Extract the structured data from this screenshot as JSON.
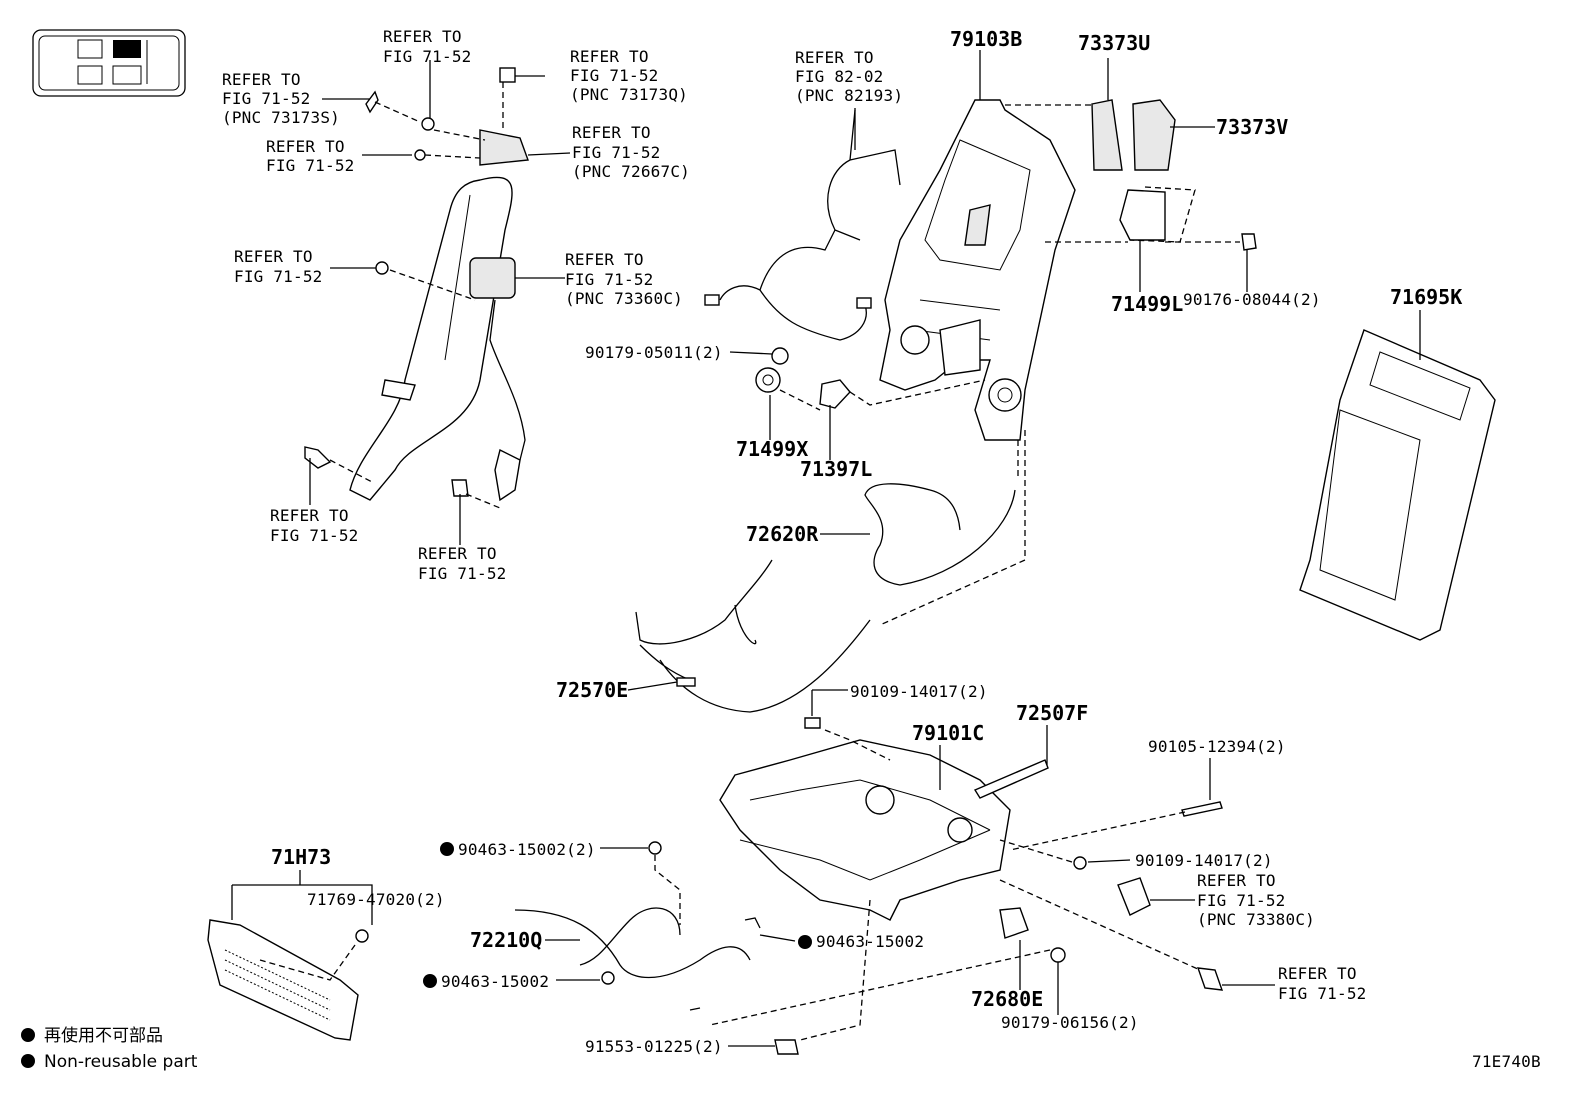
{
  "nav_widget": {
    "label": ""
  },
  "callouts": {
    "c1": [
      "REFER TO",
      "FIG 71-52"
    ],
    "c2": [
      "REFER TO",
      "FIG 71-52",
      "(PNC 73173Q)"
    ],
    "c3": [
      "REFER TO",
      "FIG 71-52",
      "(PNC 73173S)"
    ],
    "c4": [
      "REFER TO",
      "FIG 71-52"
    ],
    "c5": [
      "REFER TO",
      "FIG 71-52",
      "(PNC 72667C)"
    ],
    "c6": [
      "REFER TO",
      "FIG 71-52"
    ],
    "c7": [
      "REFER TO",
      "FIG 71-52",
      "(PNC 73360C)"
    ],
    "c8": [
      "REFER TO",
      "FIG 71-52"
    ],
    "c9": [
      "REFER TO",
      "FIG 71-52"
    ],
    "c10": [
      "REFER TO",
      "FIG 82-02",
      "(PNC 82193)"
    ],
    "c11": [
      "REFER TO",
      "FIG 71-52",
      "(PNC 73380C)"
    ],
    "c12": [
      "REFER TO",
      "FIG 71-52"
    ]
  },
  "parts": {
    "p79103B": "79103B",
    "p73373U": "73373U",
    "p73373V": "73373V",
    "p71499L": "71499L",
    "p90176": "90176-08044(2)",
    "p71695K": "71695K",
    "p90179a": "90179-05011(2)",
    "p71499X": "71499X",
    "p71397L": "71397L",
    "p72620R": "72620R",
    "p72570E": "72570E",
    "p90109a": "90109-14017(2)",
    "p79101C": "79101C",
    "p72507F": "72507F",
    "p90105": "90105-12394(2)",
    "p90109b": "90109-14017(2)",
    "p71H73": "71H73",
    "p71769": "71769-47020(2)",
    "p90463a": "90463-15002(2)",
    "p72210Q": "72210Q",
    "p90463b": "90463-15002",
    "p90463c": "90463-15002",
    "p72680E": "72680E",
    "p90179b": "90179-06156(2)",
    "p91553": "91553-01225(2)"
  },
  "legend": {
    "jp": "再使用不可部品",
    "en": "Non-reusable part"
  },
  "figure_id": "71E740B"
}
